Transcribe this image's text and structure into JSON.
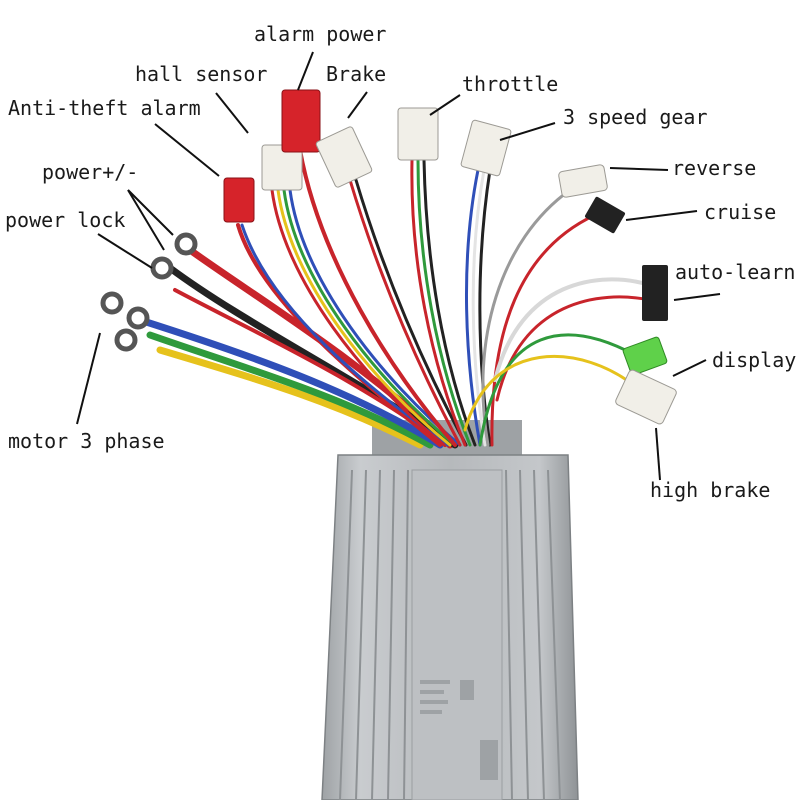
{
  "labels": {
    "alarm_power": "alarm power",
    "hall_sensor": "hall sensor",
    "brake": "Brake",
    "anti_theft_alarm": "Anti-theft alarm",
    "throttle": "throttle",
    "three_speed_gear": "3 speed gear",
    "power_plus_minus": "power+/-",
    "reverse": "reverse",
    "cruise": "cruise",
    "power_lock": "power lock",
    "auto_learn": "auto-learn",
    "display": "display",
    "motor_3_phase": "motor 3 phase",
    "high_brake": "high brake"
  },
  "colors": {
    "housing": "#b9bcbf",
    "housing_dark": "#8d9194",
    "connector_white": "#f1efe8",
    "connector_red": "#d6232a",
    "connector_black": "#222222",
    "connector_green": "#5fd14a",
    "wire_red": "#c8242b",
    "wire_blue": "#2f4fb8",
    "wire_green": "#2f9a3c",
    "wire_yellow": "#e6c21c",
    "wire_black": "#222222",
    "wire_white": "#e4e4e4"
  }
}
